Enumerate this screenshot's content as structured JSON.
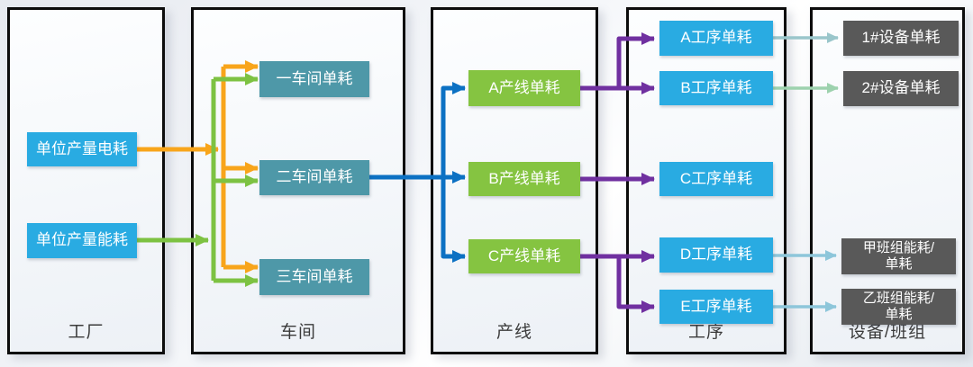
{
  "colors": {
    "orange": "#F8A51B",
    "green": "#7DC242",
    "blue": "#0C71C3",
    "purple": "#7030A0",
    "light_teal": "#9AC6CB",
    "light_green": "#9DD2AE",
    "light_blue": "#8DC6DA",
    "box_blue": "#29ABE2",
    "box_teal": "#4E98A8",
    "box_green": "#85C441",
    "box_dark": "#595959"
  },
  "panels": [
    {
      "label": "工厂",
      "boxes": [
        {
          "label": "单位产量电耗"
        },
        {
          "label": "单位产量能耗"
        }
      ]
    },
    {
      "label": "车间",
      "boxes": [
        {
          "label": "一车间单耗"
        },
        {
          "label": "二车间单耗"
        },
        {
          "label": "三车间单耗"
        }
      ]
    },
    {
      "label": "产线",
      "boxes": [
        {
          "label": "A产线单耗"
        },
        {
          "label": "B产线单耗"
        },
        {
          "label": "C产线单耗"
        }
      ]
    },
    {
      "label": "工序",
      "boxes": [
        {
          "label": "A工序单耗"
        },
        {
          "label": "B工序单耗"
        },
        {
          "label": "C工序单耗"
        },
        {
          "label": "D工序单耗"
        },
        {
          "label": "E工序单耗"
        }
      ]
    },
    {
      "label": "设备/班组",
      "boxes": [
        {
          "label": "1#设备单耗"
        },
        {
          "label": "2#设备单耗"
        },
        {
          "label": "甲班组能耗/\n单耗"
        },
        {
          "label": "乙班组能耗/\n单耗"
        }
      ]
    }
  ],
  "edges": [
    {
      "from": "单位产量电耗",
      "to": [
        "一车间单耗",
        "二车间单耗",
        "三车间单耗"
      ],
      "color": "orange"
    },
    {
      "from": "单位产量能耗",
      "to": [
        "一车间单耗",
        "二车间单耗",
        "三车间单耗"
      ],
      "color": "green"
    },
    {
      "from": "二车间单耗",
      "to": [
        "A产线单耗",
        "B产线单耗",
        "C产线单耗"
      ],
      "color": "blue"
    },
    {
      "from": "A产线单耗",
      "to": [
        "A工序单耗",
        "B工序单耗"
      ],
      "color": "purple"
    },
    {
      "from": "B产线单耗",
      "to": [
        "C工序单耗"
      ],
      "color": "purple"
    },
    {
      "from": "C产线单耗",
      "to": [
        "D工序单耗",
        "E工序单耗"
      ],
      "color": "purple"
    },
    {
      "from": "A工序单耗",
      "to": [
        "1#设备单耗"
      ],
      "color": "light_teal"
    },
    {
      "from": "B工序单耗",
      "to": [
        "2#设备单耗"
      ],
      "color": "light_green"
    },
    {
      "from": "D工序单耗",
      "to": [
        "甲班组能耗/单耗"
      ],
      "color": "light_blue"
    },
    {
      "from": "E工序单耗",
      "to": [
        "乙班组能耗/单耗"
      ],
      "color": "light_blue"
    }
  ]
}
